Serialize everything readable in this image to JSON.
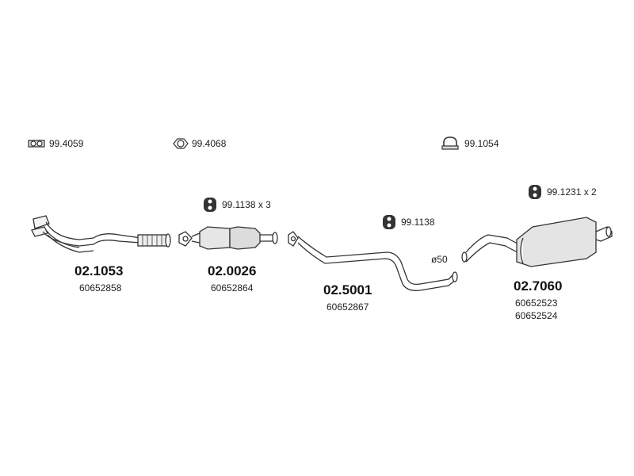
{
  "accessories": [
    {
      "icon": "double-ring-gasket-icon",
      "code": "99.4059"
    },
    {
      "icon": "flange-gasket-icon",
      "code": "99.4068"
    },
    {
      "icon": "clamp-icon",
      "code": "99.1054"
    },
    {
      "icon": "rubber-hanger-icon",
      "code": "99.1138 x 3"
    },
    {
      "icon": "rubber-hanger-icon",
      "code": "99.1138"
    },
    {
      "icon": "rubber-hanger-icon",
      "code": "99.1231 x 2"
    }
  ],
  "parts": [
    {
      "name": "front-pipe",
      "code": "02.1053",
      "oem": [
        "60652858"
      ]
    },
    {
      "name": "catalytic-converter",
      "code": "02.0026",
      "oem": [
        "60652864"
      ]
    },
    {
      "name": "center-pipe",
      "code": "02.5001",
      "oem": [
        "60652867"
      ]
    },
    {
      "name": "rear-silencer",
      "code": "02.7060",
      "oem": [
        "60652523",
        "60652524"
      ]
    }
  ],
  "dimension": "ø50",
  "colors": {
    "outline": "#333333",
    "fill": "#e8e8e8",
    "text": "#222222"
  }
}
